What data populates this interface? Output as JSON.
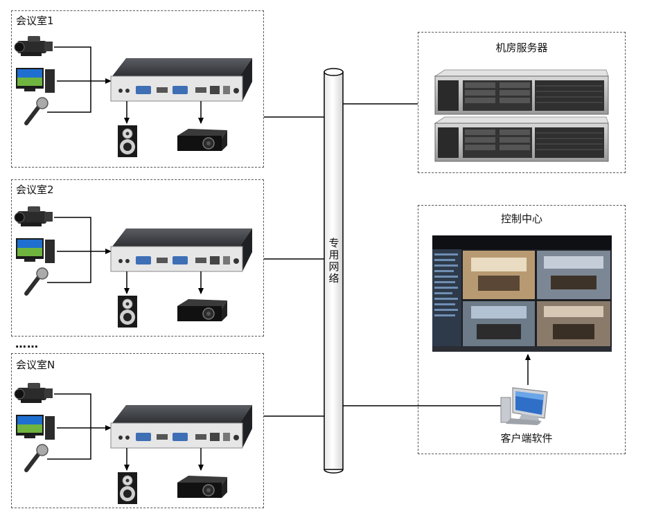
{
  "rooms": [
    {
      "label": "会议室1"
    },
    {
      "label": "会议室2"
    },
    {
      "label": "会议室N"
    }
  ],
  "ellipsis": "……",
  "network": {
    "chars": [
      "专",
      "用",
      "网",
      "络"
    ]
  },
  "server_room": {
    "label": "机房服务器"
  },
  "control_center": {
    "label": "控制中心",
    "client_label": "客户端软件"
  }
}
